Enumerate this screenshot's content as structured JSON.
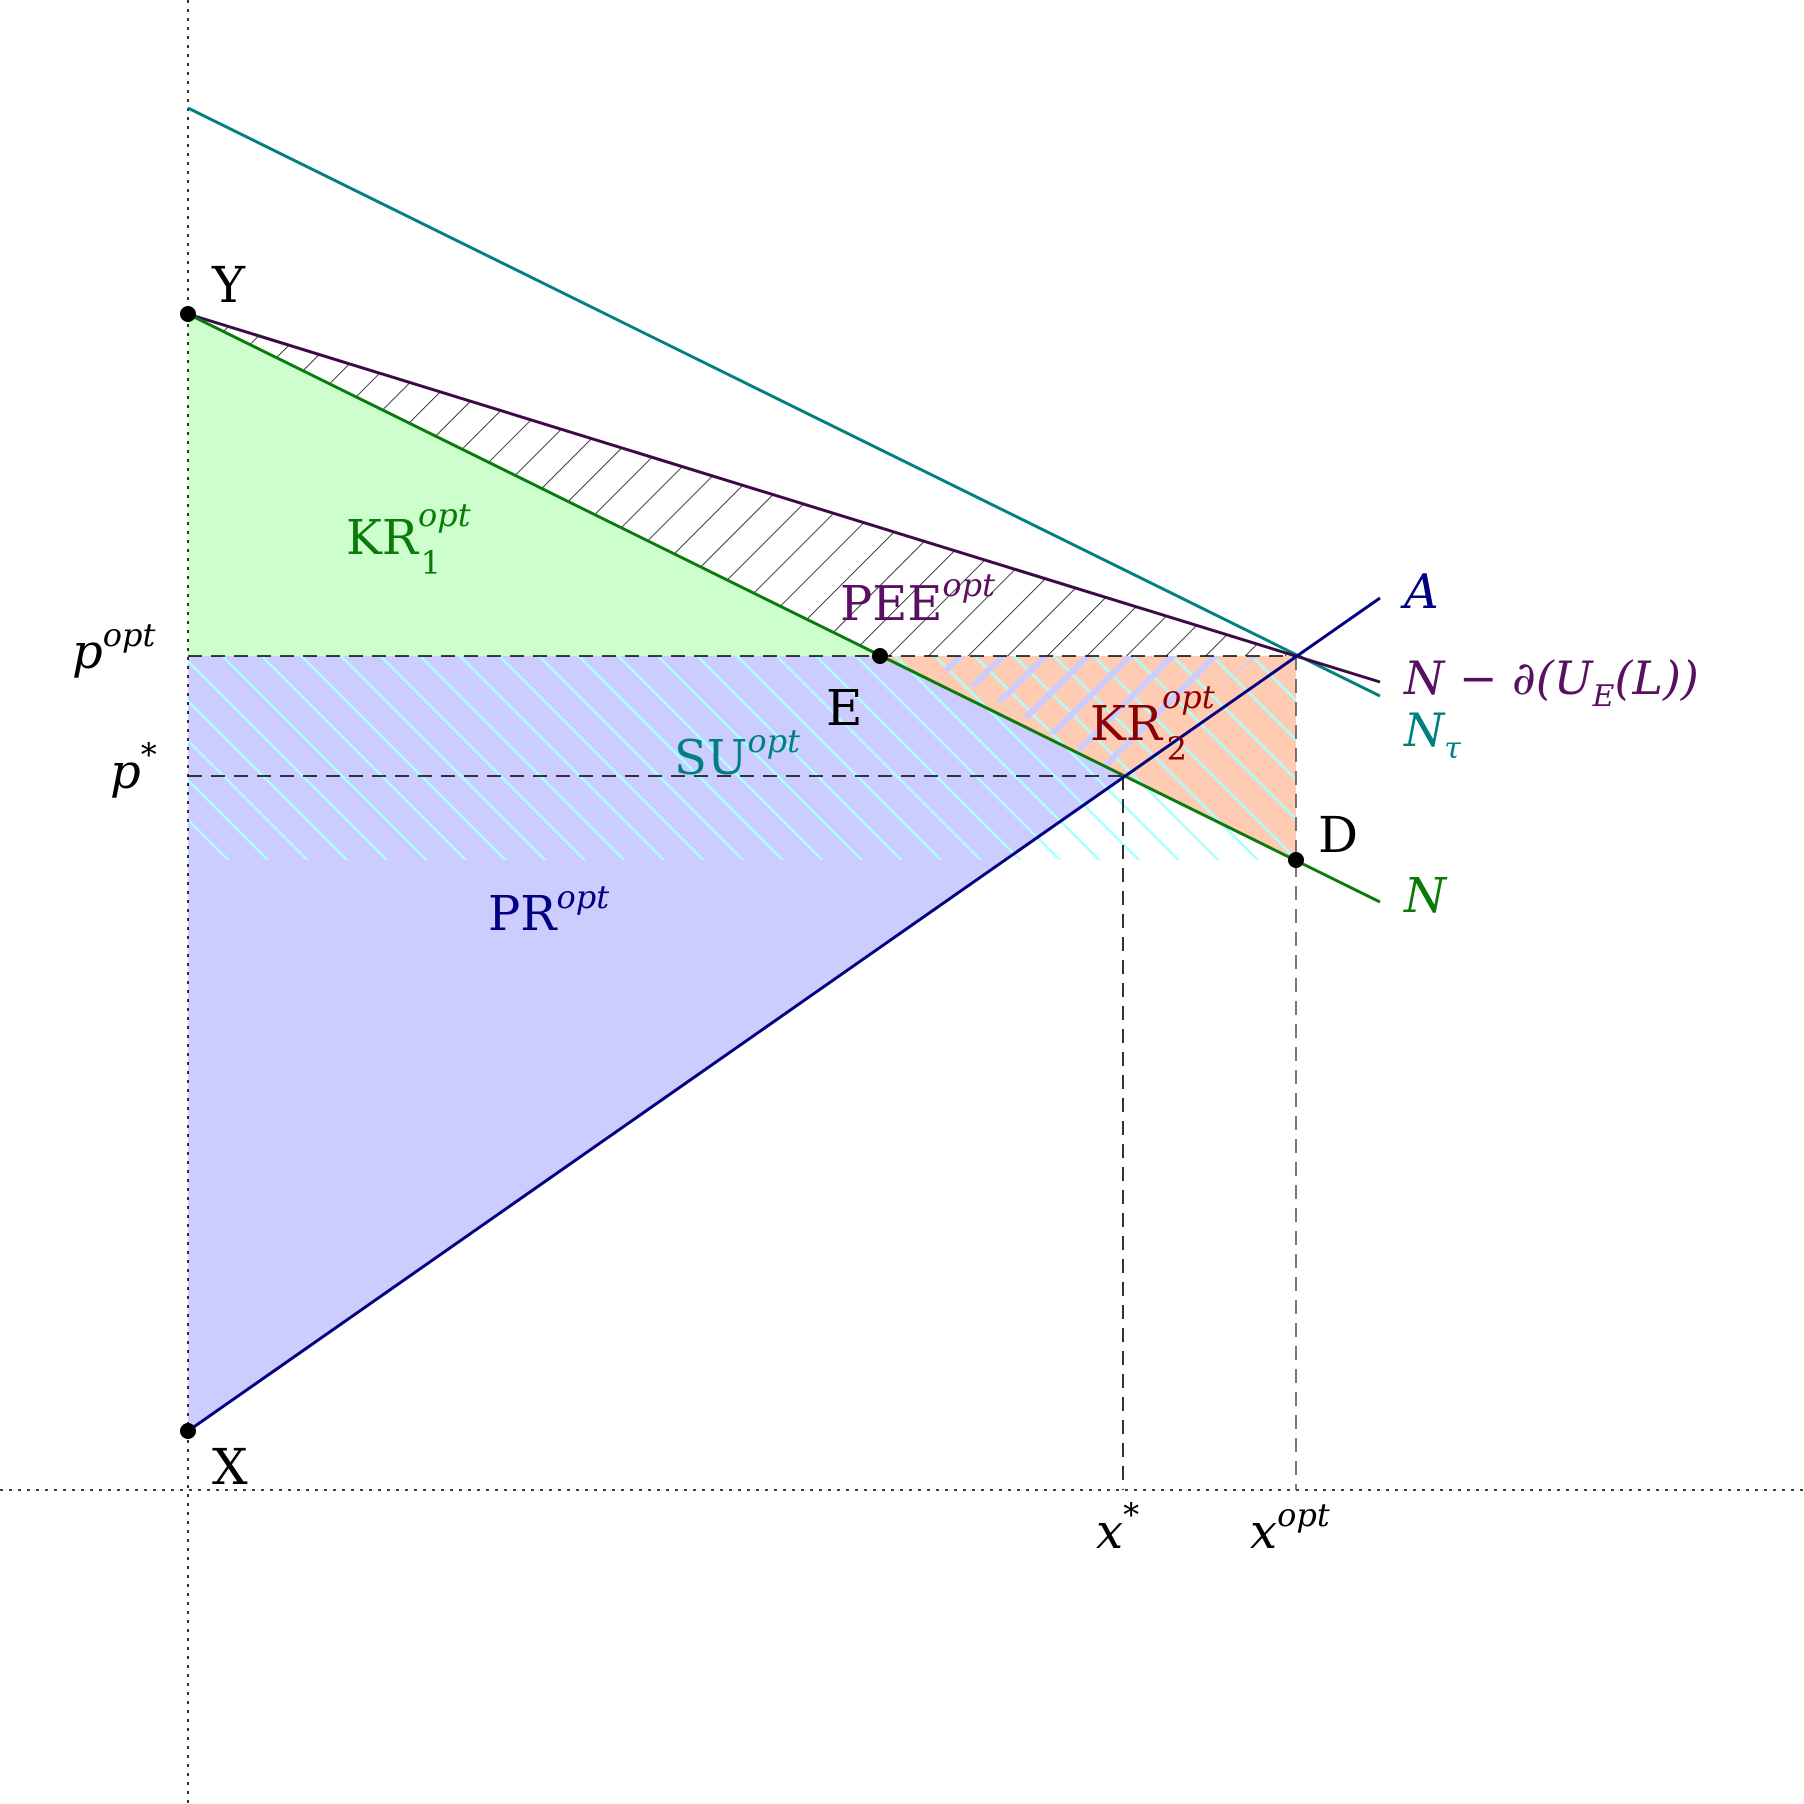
{
  "points": {
    "Y": "Y",
    "X": "X",
    "E": "E",
    "D": "D"
  },
  "regions": {
    "kr1": {
      "base": "KR",
      "sub": "1",
      "sup": "opt"
    },
    "pee": {
      "base": "PEE",
      "sup": "opt"
    },
    "su": {
      "base": "SU",
      "sup": "opt"
    },
    "pr": {
      "base": "PR",
      "sup": "opt"
    },
    "kr2": {
      "base": "KR",
      "sub": "2",
      "sup": "opt"
    }
  },
  "axis_labels": {
    "p_opt": {
      "base": "p",
      "sup": "opt"
    },
    "p_star": {
      "base": "p",
      "sup": "*"
    },
    "x_star": {
      "base": "x",
      "sup": "*"
    },
    "x_opt": {
      "base": "x",
      "sup": "opt"
    }
  },
  "curves": {
    "A": {
      "label": "A"
    },
    "N_minus_U": {
      "label_pre": "N − ∂(U",
      "label_sub": "E",
      "label_post": "(L))"
    },
    "N_tau": {
      "label": "N",
      "sub": "τ"
    },
    "N": {
      "label": "N"
    }
  },
  "colors": {
    "green_line": "#0a7a0a",
    "green_fill": "#ccffcc",
    "blue_line": "#000080",
    "blue_fill": "#ccccff",
    "purple_line": "#3b0a45",
    "purple_text": "#5a1060",
    "teal_line": "#008080",
    "orange_fill": "#ffccb3",
    "cyan_hatch": "#aaffff",
    "lavender_hatch": "#ccccff",
    "red_text": "#8b0000"
  }
}
